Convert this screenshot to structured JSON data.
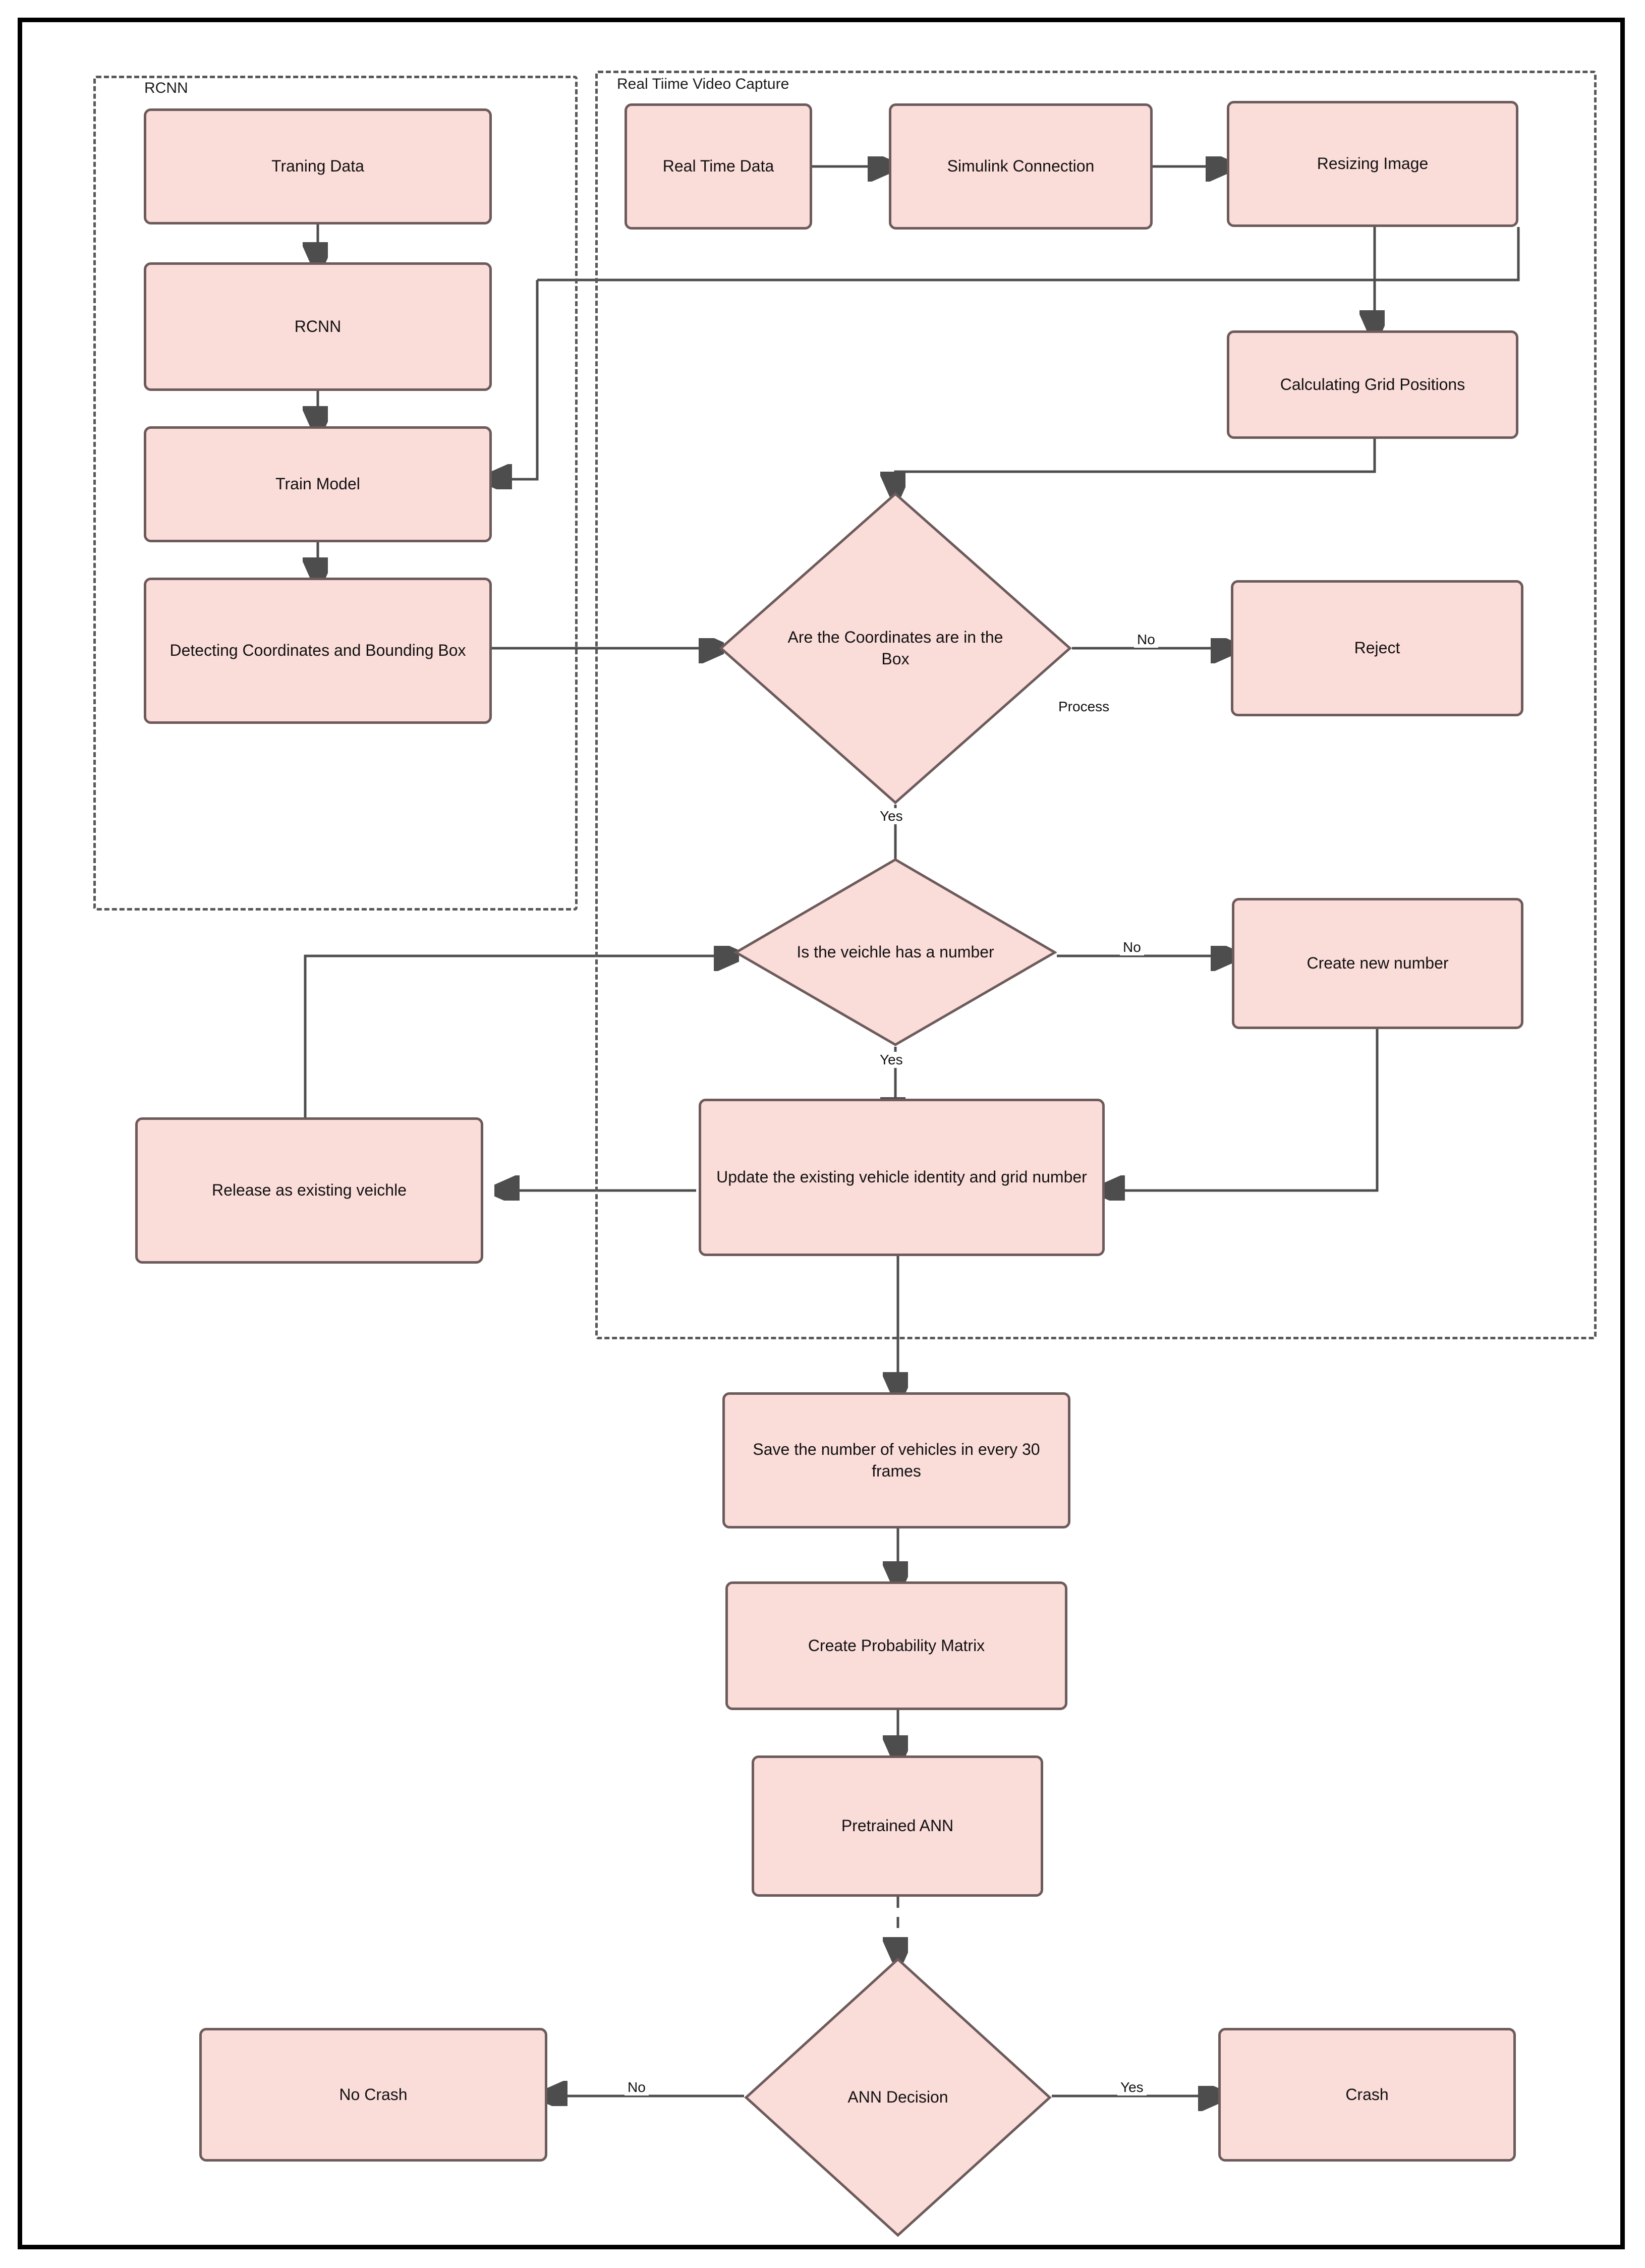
{
  "diagram": {
    "type": "flowchart",
    "title": "",
    "groups": [
      {
        "id": "rcnn-group",
        "label": "RCNN"
      },
      {
        "id": "rtvc-group",
        "label": "Real Tiime Video Capture"
      }
    ],
    "nodes": [
      {
        "id": "training-data",
        "label": "Traning Data",
        "shape": "process"
      },
      {
        "id": "rcnn",
        "label": "RCNN",
        "shape": "process"
      },
      {
        "id": "train-model",
        "label": "Train Model",
        "shape": "process"
      },
      {
        "id": "detect-coords",
        "label": "Detecting Coordinates and Bounding Box",
        "shape": "process"
      },
      {
        "id": "realtime-data",
        "label": "Real Time Data",
        "shape": "process"
      },
      {
        "id": "simulink",
        "label": "Simulink Connection",
        "shape": "process"
      },
      {
        "id": "resizing-image",
        "label": "Resizing Image",
        "shape": "process"
      },
      {
        "id": "grid-positions",
        "label": "Calculating Grid Positions",
        "shape": "process"
      },
      {
        "id": "coords-in-box",
        "label": "Are the Coordinates are in the Box",
        "shape": "decision"
      },
      {
        "id": "reject",
        "label": "Reject",
        "shape": "process"
      },
      {
        "id": "has-number",
        "label": "Is the veichle has a number",
        "shape": "decision"
      },
      {
        "id": "create-number",
        "label": "Create new number",
        "shape": "process"
      },
      {
        "id": "release-existing",
        "label": "Release as existing veichle",
        "shape": "process"
      },
      {
        "id": "update-identity",
        "label": "Update the existing vehicle identity and grid number",
        "shape": "process"
      },
      {
        "id": "save-frames",
        "label": "Save the number of vehicles in every 30 frames",
        "shape": "process"
      },
      {
        "id": "prob-matrix",
        "label": "Create Probability Matrix",
        "shape": "process"
      },
      {
        "id": "pretrained-ann",
        "label": "Pretrained ANN",
        "shape": "process"
      },
      {
        "id": "ann-decision",
        "label": "ANN Decision",
        "shape": "decision"
      },
      {
        "id": "no-crash",
        "label": "No Crash",
        "shape": "process"
      },
      {
        "id": "crash",
        "label": "Crash",
        "shape": "process"
      }
    ],
    "edge_labels": {
      "coords_no": "No",
      "coords_yes": "Yes",
      "number_no": "No",
      "number_yes": "Yes",
      "ann_no": "No",
      "ann_yes": "Yes"
    },
    "annotations": [
      {
        "id": "process-note",
        "text": "Process"
      }
    ],
    "colors": {
      "node_fill": "#fadcd9",
      "node_border": "#6d5b5b",
      "connector": "#4d4d4d",
      "group_border": "#595959",
      "frame": "#000000",
      "text": "#111111",
      "background": "#ffffff"
    }
  }
}
